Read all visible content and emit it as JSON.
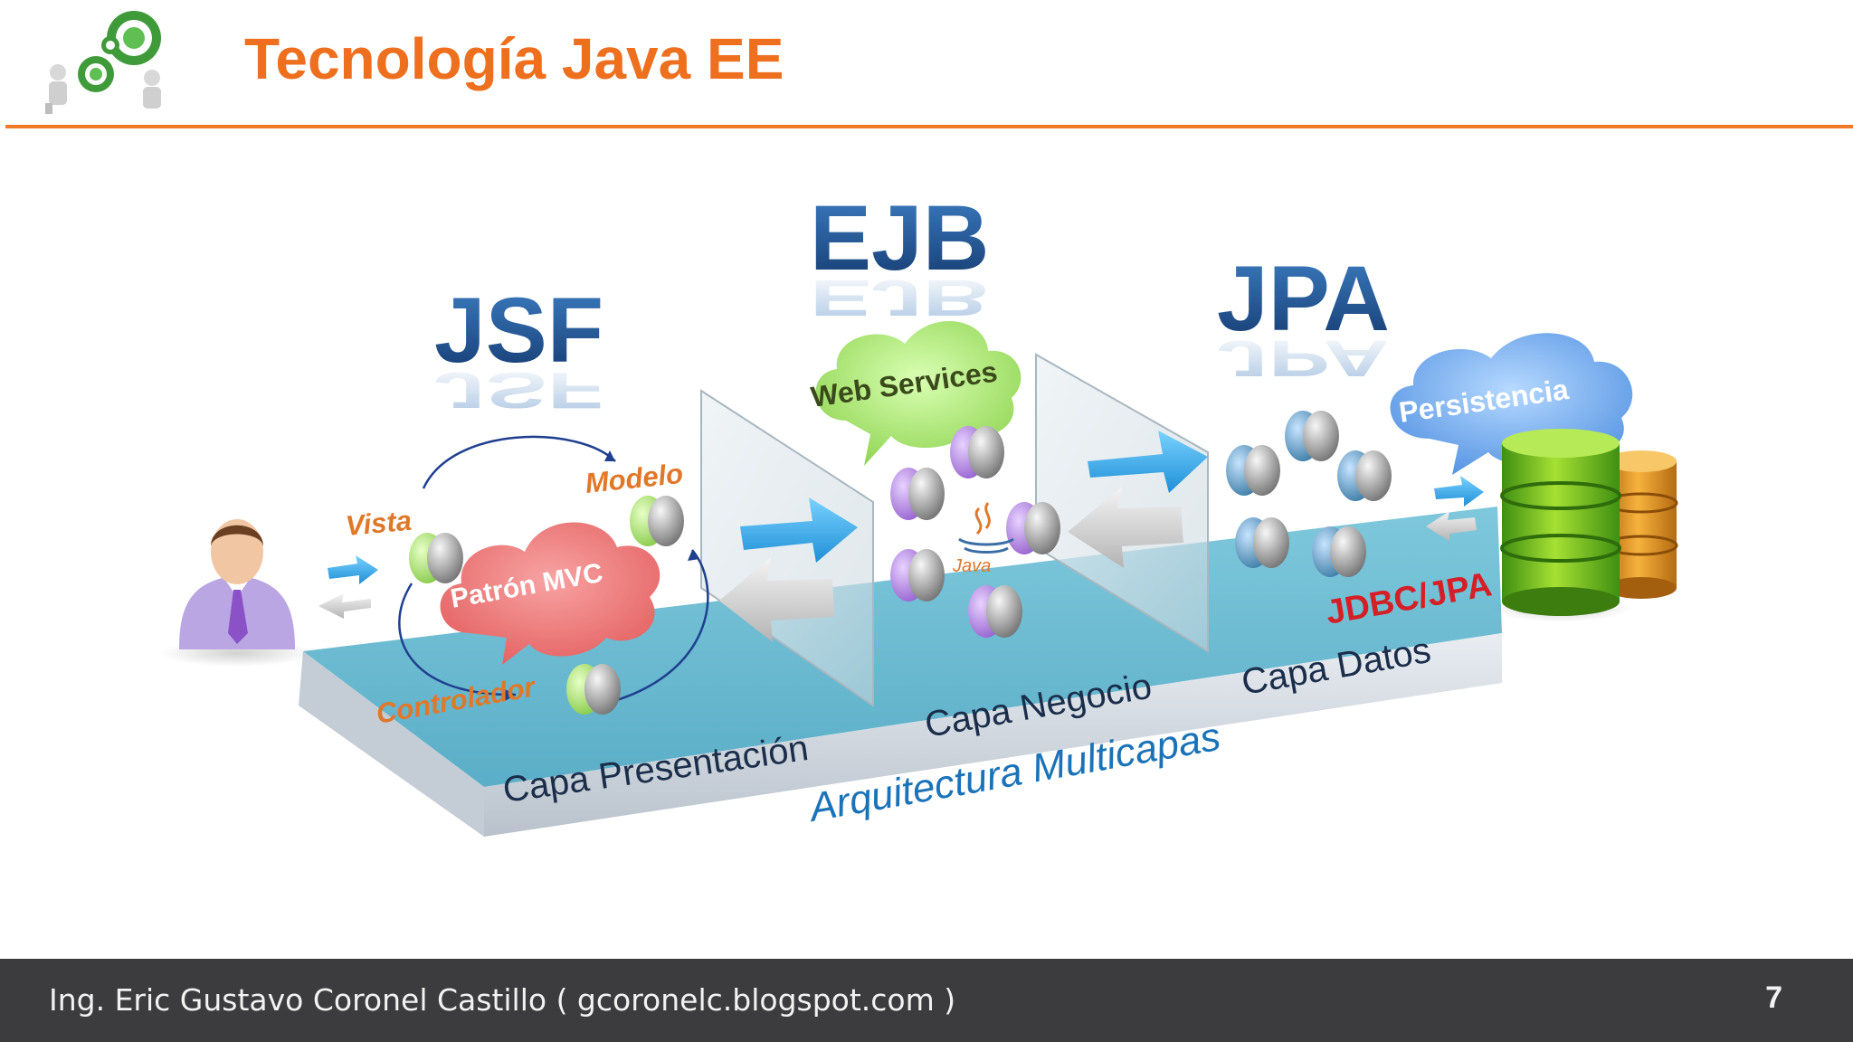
{
  "header": {
    "title": "Tecnología Java EE"
  },
  "diagram": {
    "techs": {
      "jsf": "JSF",
      "ejb": "EJB",
      "jpa": "JPA"
    },
    "clouds": {
      "mvc": "Patrón MVC",
      "web_services": "Web Services",
      "persistence": "Persistencia"
    },
    "mvc": {
      "view": "Vista",
      "model": "Modelo",
      "controller": "Controlador"
    },
    "layers": {
      "presentation": "Capa Presentación",
      "business": "Capa Negocio",
      "data": "Capa Datos"
    },
    "architecture": "Arquitectura Multicapas",
    "jdbc": "JDBC/JPA",
    "java": "Java"
  },
  "footer": {
    "author": "Ing. Eric Gustavo Coronel Castillo ( gcoronelc.blogspot.com )",
    "page": "7"
  },
  "colors": {
    "title": "#ee6f1e",
    "rule": "#ee7a2a",
    "footer_bg": "#3c3c3e",
    "tech_text": "#1f4f8f",
    "mvc_label": "#e0782a",
    "jdbc_label": "#d51f26",
    "architecture_label": "#1a73b8"
  }
}
